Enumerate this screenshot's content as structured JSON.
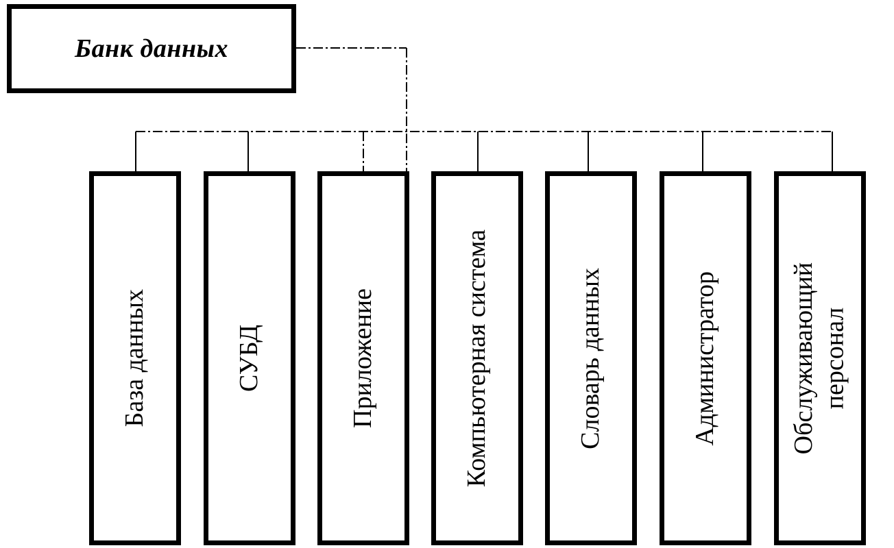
{
  "root": {
    "title": "Банк данных"
  },
  "children": [
    {
      "id": "database",
      "label": "База данных"
    },
    {
      "id": "dbms",
      "label": "СУБД"
    },
    {
      "id": "application",
      "label": "Приложение"
    },
    {
      "id": "computer-system",
      "label": "Компьютерная система"
    },
    {
      "id": "data-dictionary",
      "label": "Словарь данных"
    },
    {
      "id": "administrator",
      "label": "Администратор"
    },
    {
      "id": "service-staff",
      "label": "Обслуживающий\nперсонал"
    }
  ],
  "connector": {
    "style": "dashed",
    "color": "#000000"
  }
}
